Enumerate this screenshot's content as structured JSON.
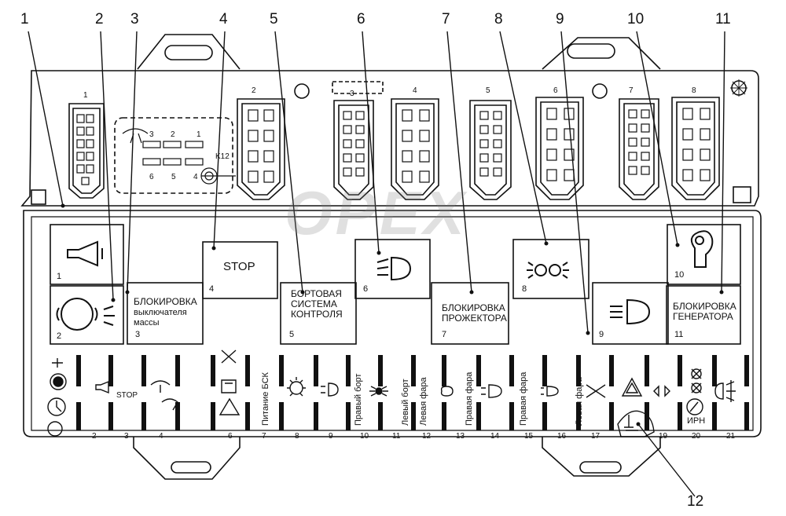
{
  "watermark": "OPEX",
  "callouts": [
    "1",
    "2",
    "3",
    "4",
    "5",
    "6",
    "7",
    "8",
    "9",
    "10",
    "11",
    "12"
  ],
  "connectors": [
    "1",
    "2",
    "3",
    "4",
    "5",
    "6",
    "7",
    "8"
  ],
  "relay_numbers": [
    "3",
    "2",
    "1",
    "6",
    "5",
    "4"
  ],
  "relay_k": "K12",
  "lamp_numbers": [
    "1",
    "2",
    "3",
    "4",
    "5",
    "6",
    "7",
    "8",
    "9",
    "10",
    "11"
  ],
  "labels": {
    "stop": "STOP",
    "blk_mass": [
      "БЛОКИРОВКА",
      "выключателя",
      "массы"
    ],
    "bsk": [
      "БОРТОВАЯ",
      "СИСТЕМА",
      "КОНТРОЛЯ"
    ],
    "blk_proj": [
      "БЛОКИРОВКА",
      "ПРОЖЕКТОРА"
    ],
    "blk_gen": [
      "БЛОКИРОВКА",
      "ГЕНЕРАТОРА"
    ]
  },
  "fuse_numbers": [
    "2",
    "3",
    "4",
    "6",
    "7",
    "8",
    "9",
    "10",
    "11",
    "12",
    "13",
    "14",
    "15",
    "16",
    "17",
    "19",
    "20",
    "21"
  ],
  "fuse_texts": {
    "stop": "STOP",
    "pitanie_bsk": "Питание БСК",
    "pravy_bort": "Правый борт",
    "levy_bort": "Левый борт",
    "levaya_fara_1": "Левая фара",
    "pravaya_fara_1": "Правая фара",
    "pravaya_fara_2": "Правая фара",
    "levaya_fara_2": "Левая фара",
    "irn": "ИРН"
  },
  "icons": [
    "horn-icon",
    "parking-brake-icon",
    "stop-text",
    "high-beam-icon",
    "side-lights-icon",
    "low-beam-icon",
    "heater-icon",
    "fan-icon",
    "hazard-icon",
    "turn-signal-icon",
    "fog-light-icon",
    "lamp-icon",
    "wiper-icon",
    "washer-icon",
    "clock-icon",
    "fuel-icon",
    "warning-icon"
  ],
  "colors": {
    "line": "#111111",
    "watermark": "#999999"
  }
}
